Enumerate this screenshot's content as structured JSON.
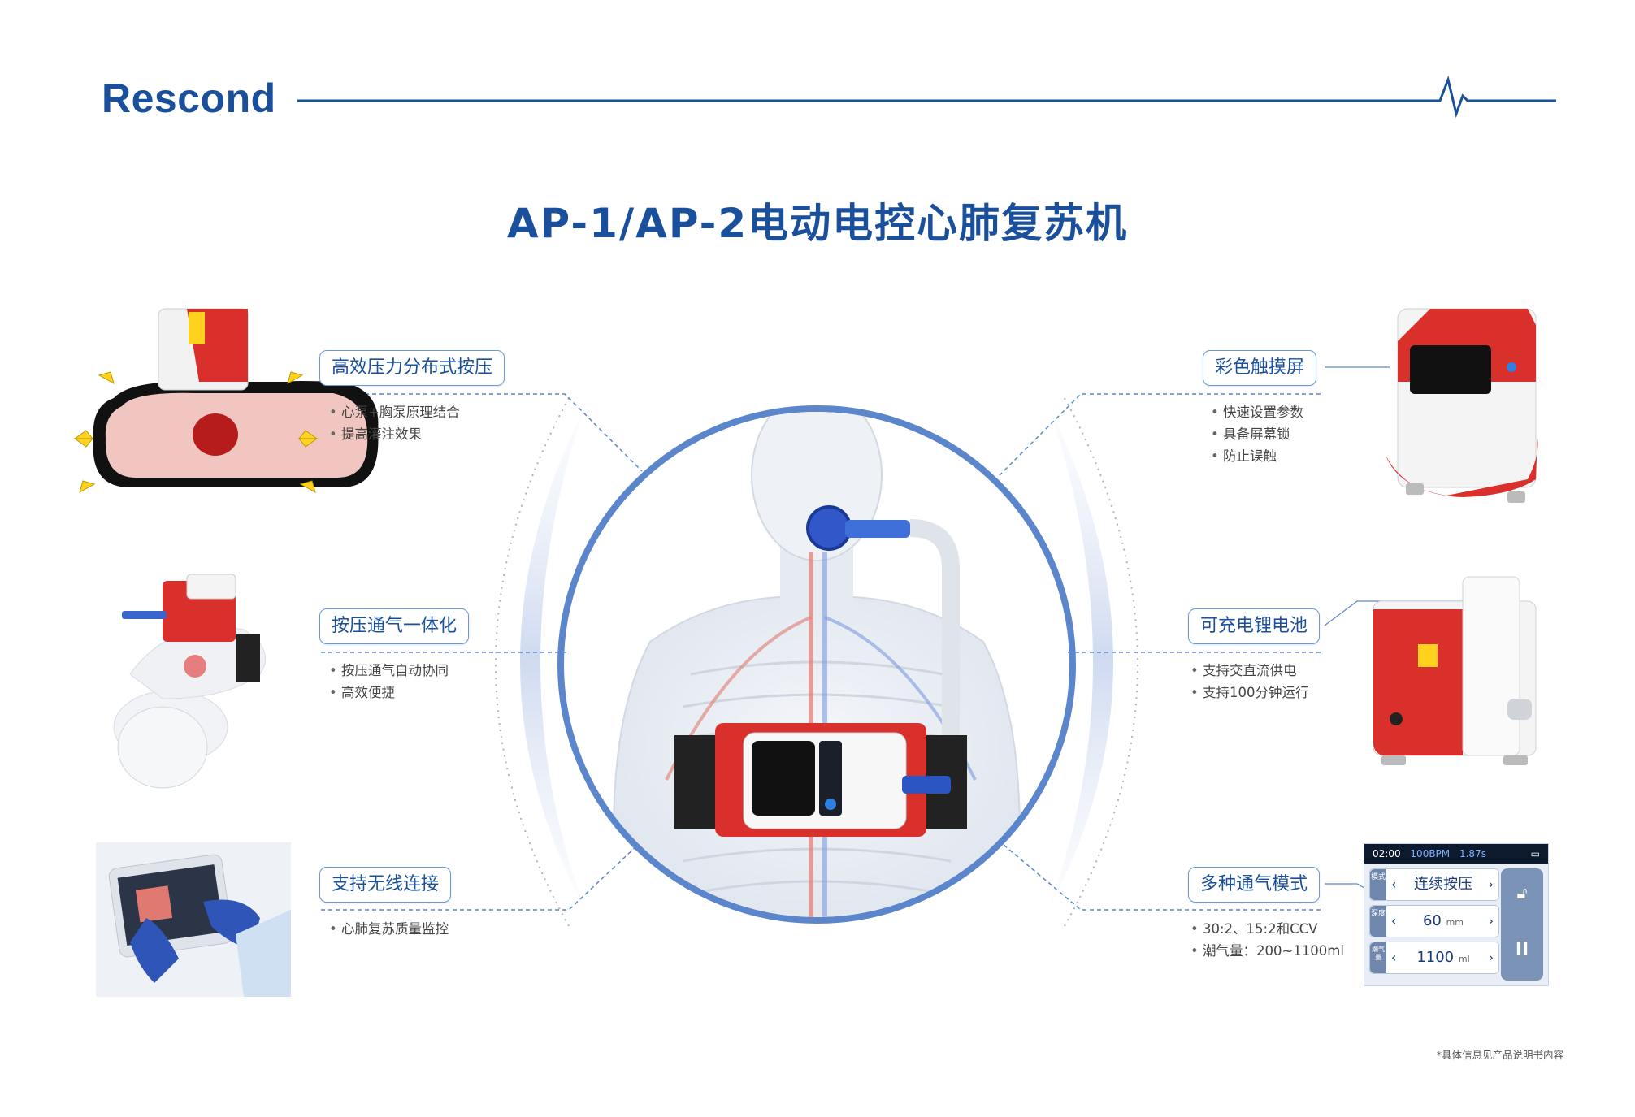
{
  "header": {
    "logo": "Rescond"
  },
  "title": "AP-1/AP-2电动电控心肺复苏机",
  "features": {
    "pressure": {
      "label": "高效压力分布式按压",
      "bullets": [
        "心泵+胸泵原理结合",
        "提高灌注效果"
      ]
    },
    "integrated": {
      "label": "按压通气一体化",
      "bullets": [
        "按压通气自动协同",
        "高效便捷"
      ]
    },
    "wireless": {
      "label": "支持无线连接",
      "bullets": [
        "心肺复苏质量监控"
      ]
    },
    "touchscreen": {
      "label": "彩色触摸屏",
      "bullets": [
        "快速设置参数",
        "具备屏幕锁",
        "防止误触"
      ]
    },
    "battery": {
      "label": "可充电锂电池",
      "bullets": [
        "支持交直流供电",
        "支持100分钟运行"
      ]
    },
    "modes": {
      "label": "多种通气模式",
      "bullets": [
        "30:2、15:2和CCV",
        "潮气量：200~1100ml"
      ]
    }
  },
  "screen": {
    "time": "02:00",
    "bpm": "100BPM",
    "seconds": "1.87s",
    "rows": [
      {
        "label": "模式",
        "value": "连续按压",
        "unit": ""
      },
      {
        "label": "深度",
        "value": "60",
        "unit": "mm"
      },
      {
        "label": "潮气量",
        "value": "1100",
        "unit": "ml"
      }
    ]
  },
  "footnote": "*具体信息见产品说明书内容",
  "colors": {
    "brand": "#1a4f9c",
    "accent_red": "#d9302b",
    "box_border": "#6c99d6"
  }
}
